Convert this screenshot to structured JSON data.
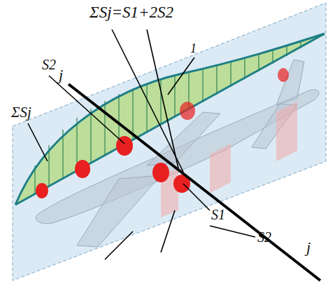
{
  "diagram": {
    "labels": [
      "ΣSj=S1+2S2",
      "S2",
      "1",
      "j",
      "ΣSj",
      "S1",
      "S2",
      "j"
    ]
  }
}
